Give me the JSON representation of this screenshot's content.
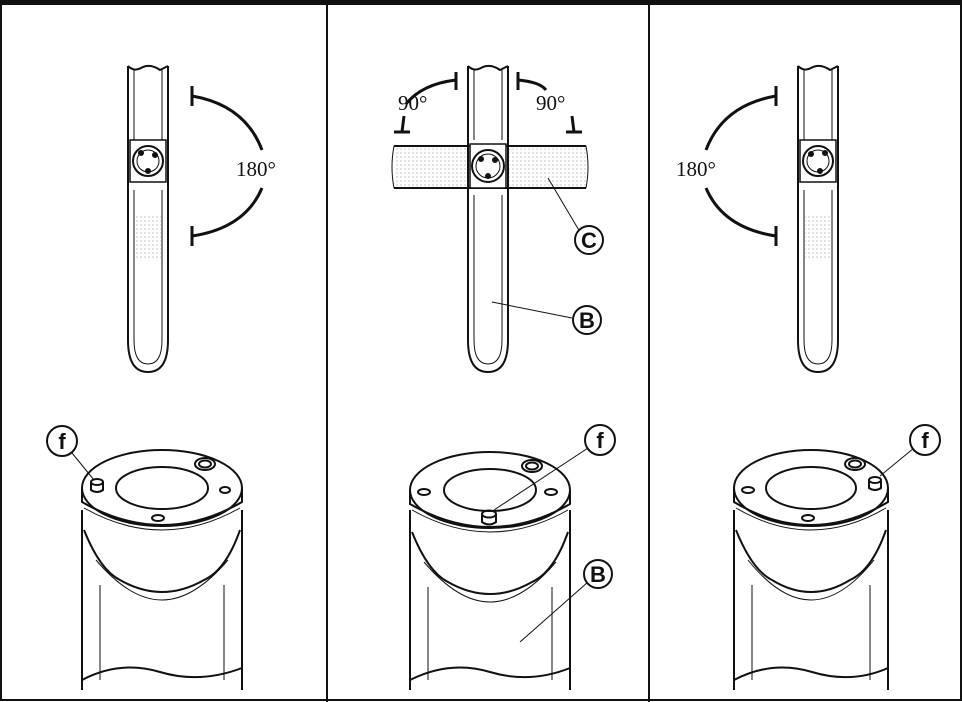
{
  "panels": [
    {
      "id": "left",
      "angle_label": "180°",
      "callout_f": "f"
    },
    {
      "id": "middle",
      "angle_label_left": "90°",
      "angle_label_right": "90°",
      "callout_b_top": "B",
      "callout_c": "C",
      "callout_f": "f",
      "callout_b_bottom": "B"
    },
    {
      "id": "right",
      "angle_label": "180°",
      "callout_f": "f"
    }
  ],
  "colors": {
    "line": "#111111",
    "fill": "#ffffff",
    "shade": "#9a9a9a"
  }
}
